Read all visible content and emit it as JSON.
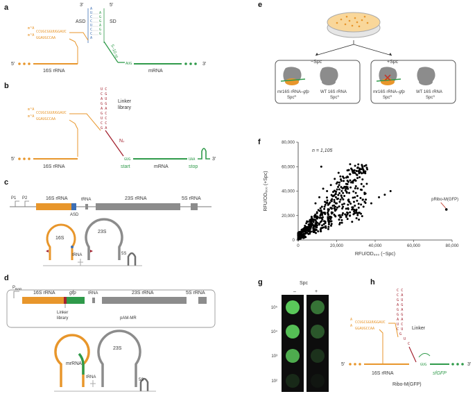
{
  "panels": {
    "a": {
      "label": "a",
      "prime3": "3′",
      "prime5": "5′",
      "asd": "ASD",
      "sd": "SD",
      "rrna_5": "5′",
      "rrna_label": "16S rRNA",
      "mrna_label": "mRNA",
      "mrna_3": "3′",
      "spacer": "5–10 nt",
      "aug": "AUG",
      "loop_top": "CCUGCGGUUGGAUC",
      "loop_bottom": "GGAUGCCAA",
      "m2a_1": "m⁶A",
      "m2a_2": "m⁶A",
      "asd_seq": "ACCUCCUUA",
      "sd_seq": "UGGAGGA"
    },
    "b": {
      "label": "b",
      "linker": "Linker",
      "library": "library",
      "n": "N₇",
      "rrna_5": "5′",
      "rrna_label": "16S rRNA",
      "gug": "GUG",
      "start": "start",
      "mrna_label": "mRNA",
      "uaa": "UAA",
      "stop": "stop",
      "prime3": "3′"
    },
    "c": {
      "label": "c",
      "p1": "P1",
      "p2": "P2",
      "s16": "16S rRNA",
      "trna": "tRNA",
      "s23": "23S rRNA",
      "s5": "5S rRNA",
      "asd": "ASD",
      "loop16": "16S",
      "loop23": "23S",
      "loop_trna": "tRNA",
      "loop5": "5S"
    },
    "d": {
      "label": "d",
      "pbad": "P",
      "pbad_sub": "BAD",
      "s16": "16S rRNA",
      "gfp": "gfp",
      "trna": "tRNA",
      "s23": "23S rRNA",
      "s5": "5S rRNA",
      "linker": "Linker",
      "library": "library",
      "plasmid": "pAM-MR",
      "loopmr": "mrRNA",
      "loop23": "23S",
      "loop_trna": "tRNA",
      "loop5": "5S"
    },
    "e": {
      "label": "e",
      "minus": "−Spc",
      "plus": "+Spc",
      "left_cell1_a": "mr16S rRNA–",
      "left_cell1_b": "gfp",
      "left_cell1_c": "Spc",
      "left_cell2_a": "WT 16S rRNA",
      "left_cell2_c": "Spc",
      "right_cell1_a": "mr16S rRNA–",
      "right_cell1_b": "gfp",
      "right_cell1_c": "Spc",
      "right_cell2_a": "WT 16S rRNA",
      "right_cell2_c": "Spc",
      "sup_r": "R",
      "sup_s": "S"
    },
    "f": {
      "label": "f",
      "n_text": "n = 1,105",
      "callout": "pRibo-M(GFP)"
    },
    "g": {
      "label": "g",
      "spc": "Spc",
      "minus": "–",
      "plus": "+",
      "rows": [
        "10⁵",
        "10⁴",
        "10³",
        "10²"
      ],
      "row_intensity_minus": [
        1.0,
        0.95,
        0.85,
        0.15
      ],
      "row_intensity_plus": [
        0.55,
        0.4,
        0.2,
        0.05
      ]
    },
    "h": {
      "label": "h",
      "linker": "Linker",
      "rrna_5": "5′",
      "rrna_label": "16S rRNA",
      "gug": "GUG",
      "sfgfp": "sfGFP",
      "prime3": "3′",
      "construct": "Ribo-M(GFP)"
    }
  },
  "colors": {
    "orange": "#e8962b",
    "green": "#2f9a4a",
    "red": "#a3222f",
    "blue": "#3d6fb4",
    "gray": "#8c8c8c",
    "darkgray": "#6e6e6e"
  },
  "chart_data": {
    "type": "scatter",
    "title": "",
    "xlabel": "RFU/OD₆₀₀ (−Spc)",
    "ylabel": "RFU/OD₆₀₀ (+Spc)",
    "xlim": [
      0,
      80000
    ],
    "ylim": [
      0,
      80000
    ],
    "xticks": [
      "0",
      "20,000",
      "40,000",
      "60,000",
      "80,000"
    ],
    "yticks": [
      "0",
      "20,000",
      "40,000",
      "60,000",
      "80,000"
    ],
    "n_points": 1105,
    "highlight": {
      "name": "pRibo-M(GFP)",
      "x": 77000,
      "y": 25000
    },
    "sample_points": [
      [
        2000,
        3000
      ],
      [
        4000,
        6000
      ],
      [
        6000,
        9000
      ],
      [
        8000,
        12000
      ],
      [
        10000,
        14000
      ],
      [
        12000,
        18000
      ],
      [
        14000,
        22000
      ],
      [
        16000,
        25000
      ],
      [
        18000,
        28000
      ],
      [
        20000,
        30000
      ],
      [
        22000,
        33000
      ],
      [
        24000,
        36000
      ],
      [
        15000,
        40000
      ],
      [
        17000,
        45000
      ],
      [
        19000,
        50000
      ],
      [
        21000,
        55000
      ],
      [
        12000,
        60000
      ],
      [
        27000,
        62000
      ],
      [
        30000,
        44000
      ],
      [
        33000,
        41000
      ],
      [
        35000,
        38000
      ],
      [
        38000,
        30000
      ],
      [
        42000,
        35000
      ],
      [
        45000,
        37000
      ],
      [
        48000,
        40000
      ],
      [
        25000,
        20000
      ],
      [
        28000,
        25000
      ],
      [
        31000,
        22000
      ],
      [
        9000,
        30000
      ],
      [
        11000,
        35000
      ],
      [
        13000,
        42000
      ],
      [
        5000,
        15000
      ],
      [
        7000,
        19000
      ],
      [
        3000,
        8000
      ],
      [
        1000,
        2000
      ]
    ]
  }
}
